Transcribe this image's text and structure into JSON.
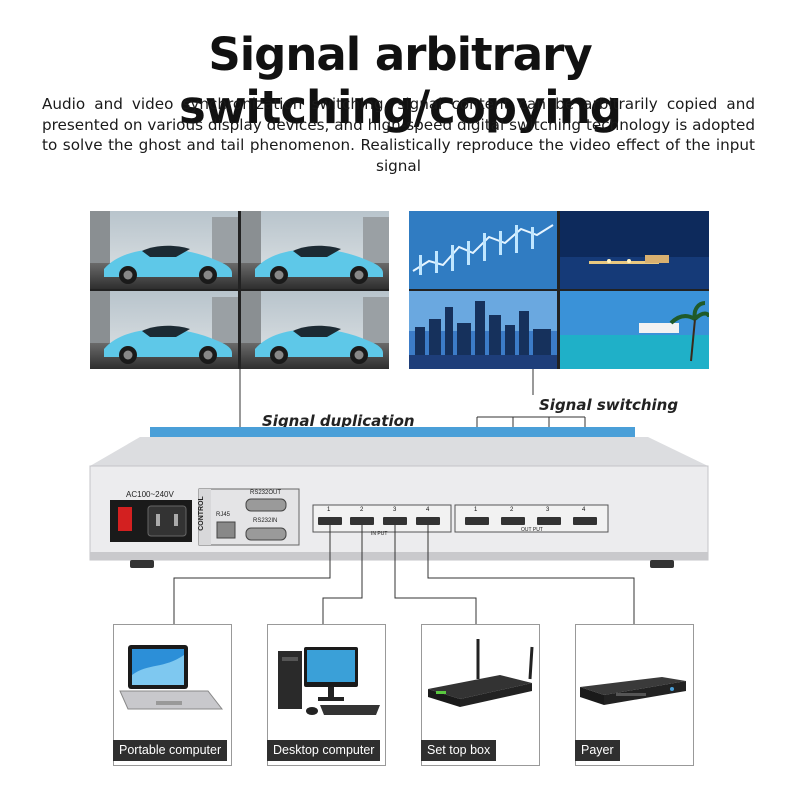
{
  "header": {
    "title": "Signal arbitrary switching/copying",
    "description": "Audio and video synchronization switching, signal content can be arbitrarily copied and presented on various display devices, and high-speed digital switching technology is adopted to solve the ghost and tail phenomenon. Realistically reproduce the video effect of the input signal"
  },
  "labels": {
    "duplication": "Signal duplication",
    "switching": "Signal switching"
  },
  "matrix": {
    "power_label": "AC100~240V",
    "control_label": "CONTROL",
    "rs232_out": "RS232OUT",
    "rs232_in": "RS232IN",
    "rj45": "RJ45",
    "input_label": "IN PUT",
    "output_label": "OUT PUT",
    "port_numbers": [
      "1",
      "2",
      "3",
      "4"
    ]
  },
  "devices": [
    {
      "label": "Portable computer",
      "icon": "laptop-icon"
    },
    {
      "label": "Desktop computer",
      "icon": "desktop-icon"
    },
    {
      "label": "Set top box",
      "icon": "set-top-box-icon"
    },
    {
      "label": "Payer",
      "icon": "player-icon"
    }
  ],
  "colors": {
    "car": "#5ec8e8",
    "chassis": "#e8e8ea",
    "accent_blue": "#4a9fd8"
  }
}
